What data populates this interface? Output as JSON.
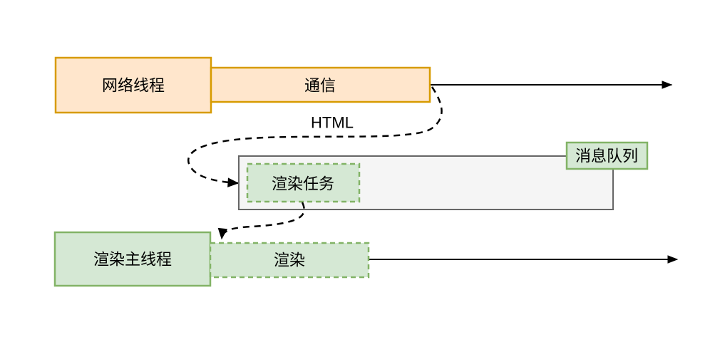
{
  "diagram": {
    "type": "flow-diagram",
    "subject": "browser rendering pipeline with message queue",
    "nodes": {
      "network_thread": {
        "label": "网络线程",
        "shape": "rect-solid",
        "fill": "#FFE6CC",
        "border": "#D79B00"
      },
      "communication": {
        "label": "通信",
        "shape": "rect-solid",
        "fill": "#FFE6CC",
        "border": "#D79B00"
      },
      "message_queue_container": {
        "label": "",
        "shape": "rect-solid",
        "fill": "#F5F5F5",
        "border": "#666666"
      },
      "message_queue_tag": {
        "label": "消息队列",
        "shape": "rect-solid",
        "fill": "#D5E8D4",
        "border": "#82B366"
      },
      "render_task": {
        "label": "渲染任务",
        "shape": "rect-dashed",
        "fill": "#D5E8D4",
        "border": "#82B366"
      },
      "render_main_thread": {
        "label": "渲染主线程",
        "shape": "rect-solid",
        "fill": "#D5E8D4",
        "border": "#82B366"
      },
      "render": {
        "label": "渲染",
        "shape": "rect-dashed",
        "fill": "#D5E8D4",
        "border": "#82B366"
      }
    },
    "annotations": {
      "html_flow": {
        "label": "HTML"
      }
    },
    "edges": [
      {
        "name": "network-timeline-arrow",
        "style": "solid",
        "from": "communication",
        "to": "right-edge"
      },
      {
        "name": "html-to-render-task",
        "style": "dashed",
        "from": "communication",
        "to": "render_task",
        "label": "HTML"
      },
      {
        "name": "render-task-to-render",
        "style": "dashed",
        "from": "render_task",
        "to": "render"
      },
      {
        "name": "render-timeline-arrow",
        "style": "solid",
        "from": "render",
        "to": "right-edge"
      }
    ],
    "colors": {
      "background": "#ffffff",
      "orange_fill": "#FFE6CC",
      "orange_border": "#D79B00",
      "green_fill": "#D5E8D4",
      "green_border": "#82B366",
      "gray_fill": "#F5F5F5",
      "gray_border": "#666666",
      "line": "#000000"
    }
  }
}
